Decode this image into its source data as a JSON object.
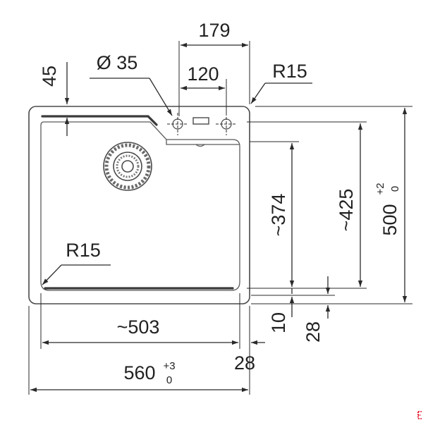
{
  "labels": {
    "width_179": "179",
    "hole_diameter": "Ø 35",
    "hole_spacing": "120",
    "corner_radius_top": "R15",
    "dim_45": "45",
    "corner_radius_bottom": "R15",
    "depth_374": "~374",
    "depth_425": "~425",
    "depth_500": "500",
    "tol_500_upper": "+2",
    "tol_500_lower": "0",
    "width_503": "~503",
    "dim_10": "10",
    "dim_28_vertical": "28",
    "dim_28_horizontal": "28",
    "width_560": "560",
    "tol_560_upper": "+3",
    "tol_560_lower": "0"
  },
  "colors": {
    "line": "#2a2a2a",
    "outline": "#4a4a4a",
    "brand_mark": "#e2001a"
  }
}
